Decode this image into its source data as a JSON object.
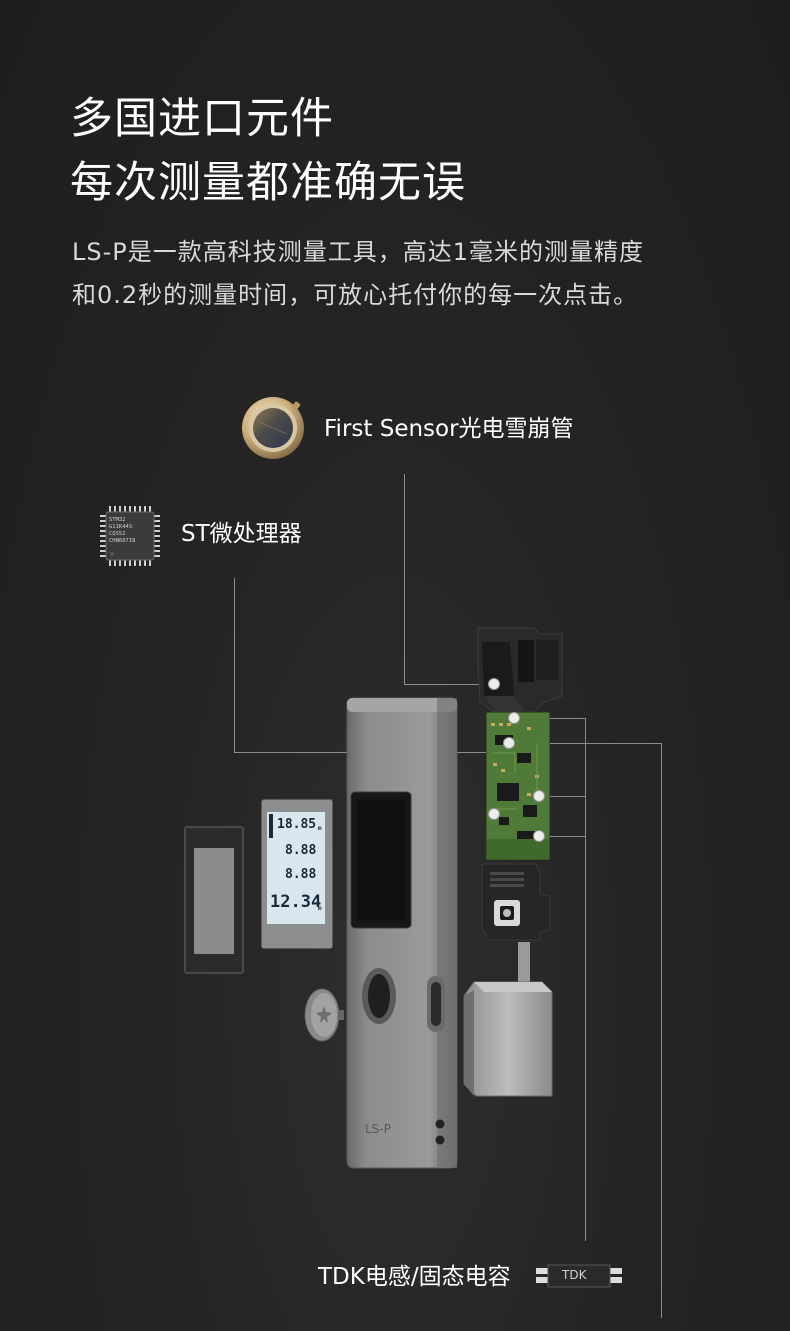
{
  "headline": {
    "line1": "多国进口元件",
    "line2": "每次测量都准确无误"
  },
  "description": {
    "line1": "LS-P是一款高科技测量工具，高达1毫米的测量精度",
    "line2": "和0.2秒的测量时间，可放心托付你的每一次点击。"
  },
  "components": {
    "photodiode_label": "First Sensor光电雪崩管",
    "processor_label": "ST微处理器",
    "capacitor_label": "TDK电感/固态电容"
  },
  "chip_marking": {
    "line1": "STM32",
    "line2": "G11K44S",
    "line3": "CQS52",
    "line4": "CHN607I8"
  },
  "capacitor_marking": "TDK",
  "device": {
    "model_label": "LS-P"
  },
  "lcd": {
    "row1": "18.85",
    "row2": "8.88",
    "row3": "8.88",
    "row4": "12.34",
    "unit1": "m",
    "unit4": "m"
  },
  "colors": {
    "background": "#222222",
    "text": "#ffffff",
    "device_body": "#8a8a8a",
    "pcb_green": "#4f7a38",
    "leader_line": "#8c8c8c"
  }
}
